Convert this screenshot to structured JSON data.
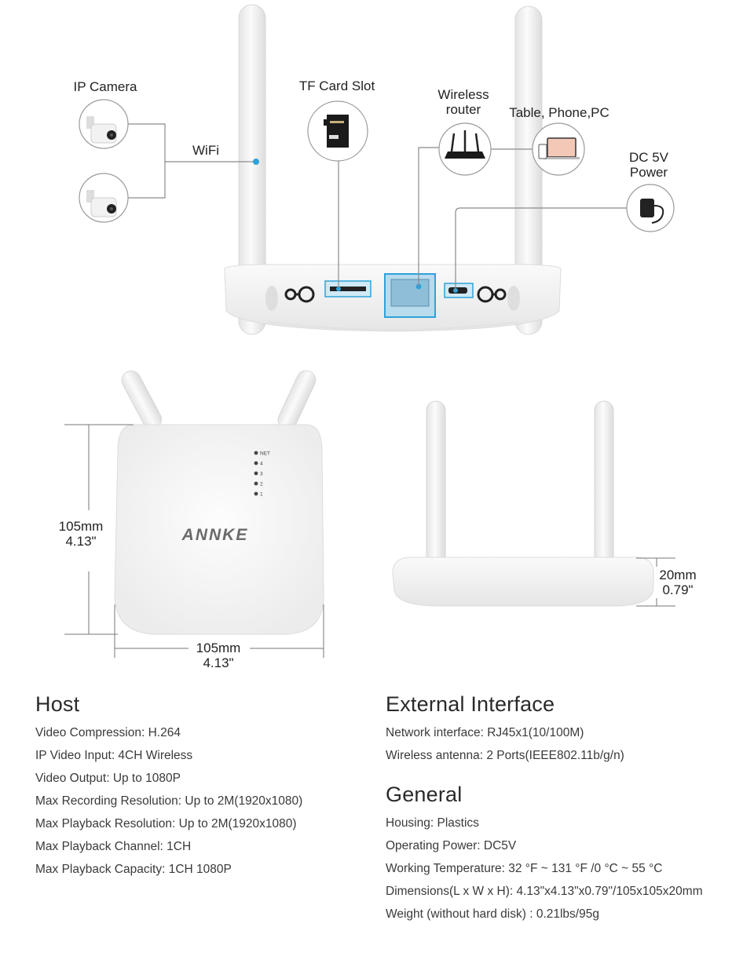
{
  "callouts": {
    "ip_camera": "IP Camera",
    "wifi": "WiFi",
    "tf_card_slot": "TF Card Slot",
    "wireless_router_line1": "Wireless",
    "wireless_router_line2": "router",
    "table_phone_pc": "Table, Phone,PC",
    "dc_power_line1": "DC 5V",
    "dc_power_line2": "Power"
  },
  "device": {
    "brand": "ANNKE",
    "leds": [
      "NET",
      "4",
      "3",
      "2",
      "1"
    ]
  },
  "dimensions": {
    "height_mm": "105mm",
    "height_in": "4.13\"",
    "width_mm": "105mm",
    "width_in": "4.13\"",
    "depth_mm": "20mm",
    "depth_in": "0.79\""
  },
  "specs": {
    "host": {
      "title": "Host",
      "items": [
        "Video Compression: H.264",
        "IP Video Input: 4CH Wireless",
        "Video Output: Up to 1080P",
        "Max Recording Resolution: Up to 2M(1920x1080)",
        "Max Playback Resolution: Up to 2M(1920x1080)",
        "Max Playback Channel: 1CH",
        "Max Playback Capacity: 1CH 1080P"
      ]
    },
    "external_interface": {
      "title": "External Interface",
      "items": [
        "Network interface: RJ45x1(10/100M)",
        "Wireless antenna: 2 Ports(IEEE802.11b/g/n)"
      ]
    },
    "general": {
      "title": "General",
      "items": [
        "Housing: Plastics",
        "Operating Power: DC5V",
        "Working Temperature: 32 °F ~ 131 °F /0 °C ~ 55 °C",
        "Dimensions(L x W x H): 4.13\"x4.13\"x0.79\"/105x105x20mm",
        "Weight (without hard disk) : 0.21lbs/95g"
      ]
    }
  },
  "colors": {
    "accent": "#2ea3d9",
    "line": "#8a8a8a",
    "device": "#f3f3f3"
  }
}
